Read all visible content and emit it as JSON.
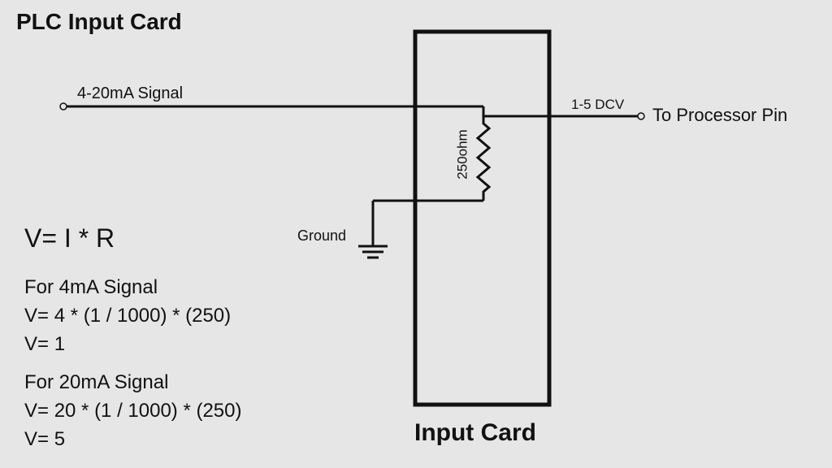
{
  "title": "PLC Input Card",
  "signal": {
    "input_label": "4-20mA Signal",
    "output_label": "1-5 DCV",
    "destination_label": "To Processor Pin"
  },
  "resistor": {
    "label": "250ohm"
  },
  "ground": {
    "label": "Ground"
  },
  "card": {
    "label": "Input Card"
  },
  "formula": {
    "main": "V= I * R",
    "case_4ma": [
      "For 4mA Signal",
      "V= 4 * (1 / 1000) * (250)",
      "V= 1"
    ],
    "case_20ma": [
      "For 20mA Signal",
      "V= 20 * (1 / 1000) * (250)",
      "V= 5"
    ]
  },
  "colors": {
    "background": "#e6e6e6",
    "ink": "#111111"
  }
}
